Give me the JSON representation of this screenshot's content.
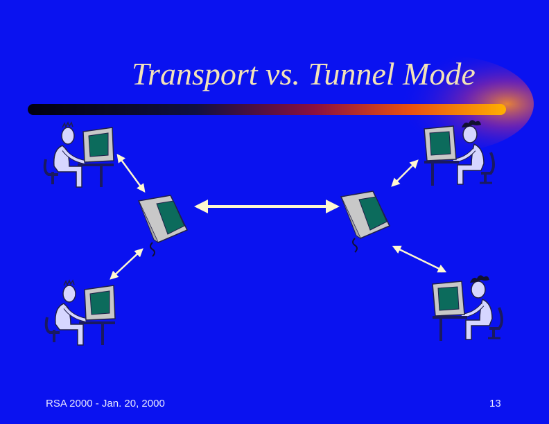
{
  "slide": {
    "title": "Transport vs. Tunnel Mode",
    "footer_left": "RSA 2000 - Jan. 20, 2000",
    "page_number": "13"
  },
  "colors": {
    "background": "#0a12f0",
    "title_text": "#f3e3b8",
    "arrow": "#fff8d0",
    "screen": "#0c6b5c",
    "monitor": "#c8c8c8",
    "figure": "#d6d6ff"
  },
  "icons": [
    "user-at-computer-icon",
    "gateway-monitor-icon",
    "double-arrow-icon"
  ]
}
